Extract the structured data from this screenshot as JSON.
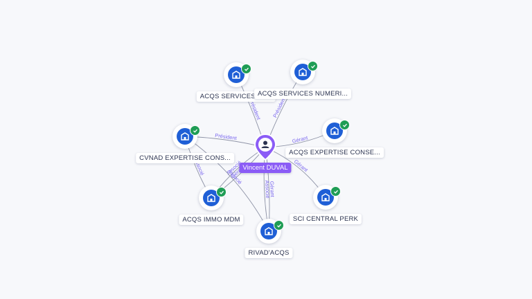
{
  "center": {
    "name": "Vincent DUVAL",
    "icon": "person-icon"
  },
  "colors": {
    "accent": "#8b5cf6",
    "company": "#1f5fd6",
    "verified": "#1f9d55",
    "edge_label": "#7b68ee"
  },
  "companies": [
    {
      "id": "acqs_services_ad",
      "label": "ACQS SERVICES AD...",
      "icon": "building-icon",
      "verified": true
    },
    {
      "id": "acqs_services_numeri",
      "label": "ACQS SERVICES NUMERI...",
      "icon": "building-icon",
      "verified": true
    },
    {
      "id": "cvnad_expertise",
      "label": "CVNAD EXPERTISE CONS...",
      "icon": "building-icon",
      "verified": true
    },
    {
      "id": "acqs_expertise",
      "label": "ACQS EXPERTISE CONSE...",
      "icon": "building-icon",
      "verified": true
    },
    {
      "id": "acqs_immo_mdm",
      "label": "ACQS IMMO MDM",
      "icon": "building-icon",
      "verified": true
    },
    {
      "id": "sci_central_perk",
      "label": "SCI CENTRAL PERK",
      "icon": "building-icon",
      "verified": true
    },
    {
      "id": "rivad_acqs",
      "label": "RIVAD'ACQS",
      "icon": "building-icon",
      "verified": true
    }
  ],
  "edges": [
    {
      "from": "center",
      "to": "acqs_services_ad",
      "label": "Président"
    },
    {
      "from": "center",
      "to": "acqs_services_numeri",
      "label": "Président"
    },
    {
      "from": "center",
      "to": "cvnad_expertise",
      "label": "Président"
    },
    {
      "from": "center",
      "to": "acqs_expertise",
      "label": "Gérant"
    },
    {
      "from": "center",
      "to": "acqs_immo_mdm",
      "label": "Gérant"
    },
    {
      "from": "center",
      "to": "sci_central_perk",
      "label": "Gérant"
    },
    {
      "from": "center",
      "to": "rivad_acqs",
      "label": "Gérant"
    },
    {
      "from": "center",
      "to": "rivad_acqs",
      "label": "Associé"
    },
    {
      "from": "center",
      "to": "acqs_immo_mdm",
      "label": "Associé"
    },
    {
      "from": "cvnad_expertise",
      "to": "acqs_immo_mdm",
      "label": "Associé"
    },
    {
      "from": "cvnad_expertise",
      "to": "rivad_acqs",
      "label": "Associé"
    }
  ]
}
